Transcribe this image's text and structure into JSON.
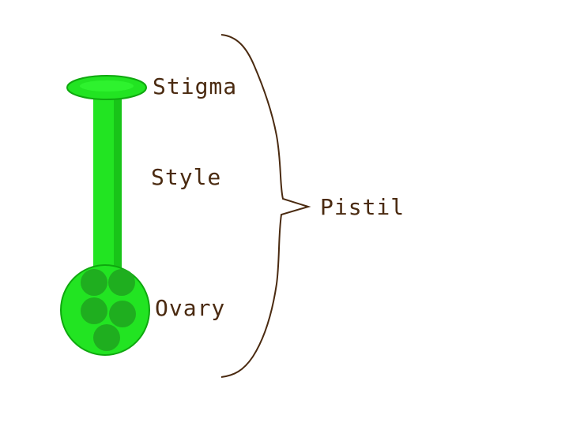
{
  "labels": {
    "stigma": "Stigma",
    "style": "Style",
    "ovary": "Ovary",
    "pistil": "Pistil"
  },
  "colors": {
    "bright_green": "#22e422",
    "dark_green": "#18c418",
    "ovule_green": "#1fae1f",
    "outline_green": "#0fa80f",
    "bracket_brown": "#4a2a10",
    "label_brown": "#4a2a10",
    "background": "#ffffff"
  }
}
